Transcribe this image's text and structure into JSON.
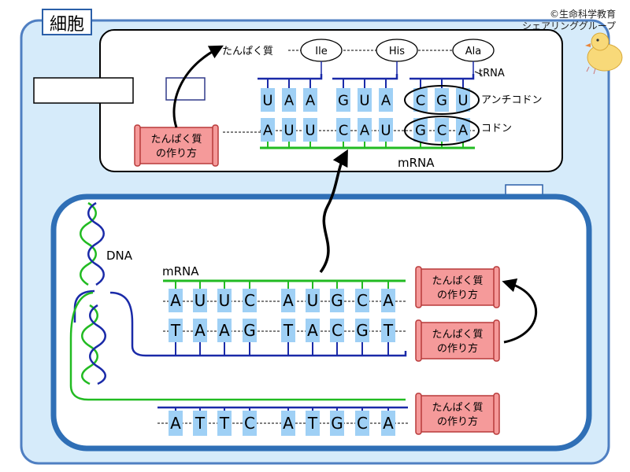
{
  "title": "細胞",
  "credit": {
    "line1": "©生命科学教育",
    "line2": "シェアリンググループ"
  },
  "labels": {
    "protein": "たんぱく質",
    "trna": "tRNA",
    "anticodon": "アンチコドン",
    "codon": "コドン",
    "mrna_top": "mRNA",
    "mrna_nucleus": "mRNA",
    "dna": "DNA"
  },
  "amino_acids": [
    "Ile",
    "His",
    "Ala"
  ],
  "anticodon_bases": [
    "U",
    "A",
    "A",
    "G",
    "U",
    "A",
    "C",
    "G",
    "U"
  ],
  "codon_bases": [
    "A",
    "U",
    "U",
    "C",
    "A",
    "U",
    "G",
    "C",
    "A"
  ],
  "nucleus_mrna_bases": [
    "A",
    "U",
    "U",
    "C",
    "A",
    "U",
    "G",
    "C",
    "A"
  ],
  "template_dna_bases": [
    "T",
    "A",
    "A",
    "G",
    "T",
    "A",
    "C",
    "G",
    "T"
  ],
  "coding_dna_bases": [
    "A",
    "T",
    "T",
    "C",
    "A",
    "T",
    "G",
    "C",
    "A"
  ],
  "scroll": {
    "line1": "たんぱく質",
    "line2": "の作り方"
  },
  "colors": {
    "cell_fill": "#d6ebfa",
    "cell_border": "#4f7fc2",
    "nucleus_border": "#2f6fb6",
    "base_fill": "#9fd0f5",
    "mrna_green": "#22bb22",
    "dna_blue": "#1a2aa8",
    "scroll_fill": "#f59a9a",
    "scroll_border": "#b83a3a"
  }
}
